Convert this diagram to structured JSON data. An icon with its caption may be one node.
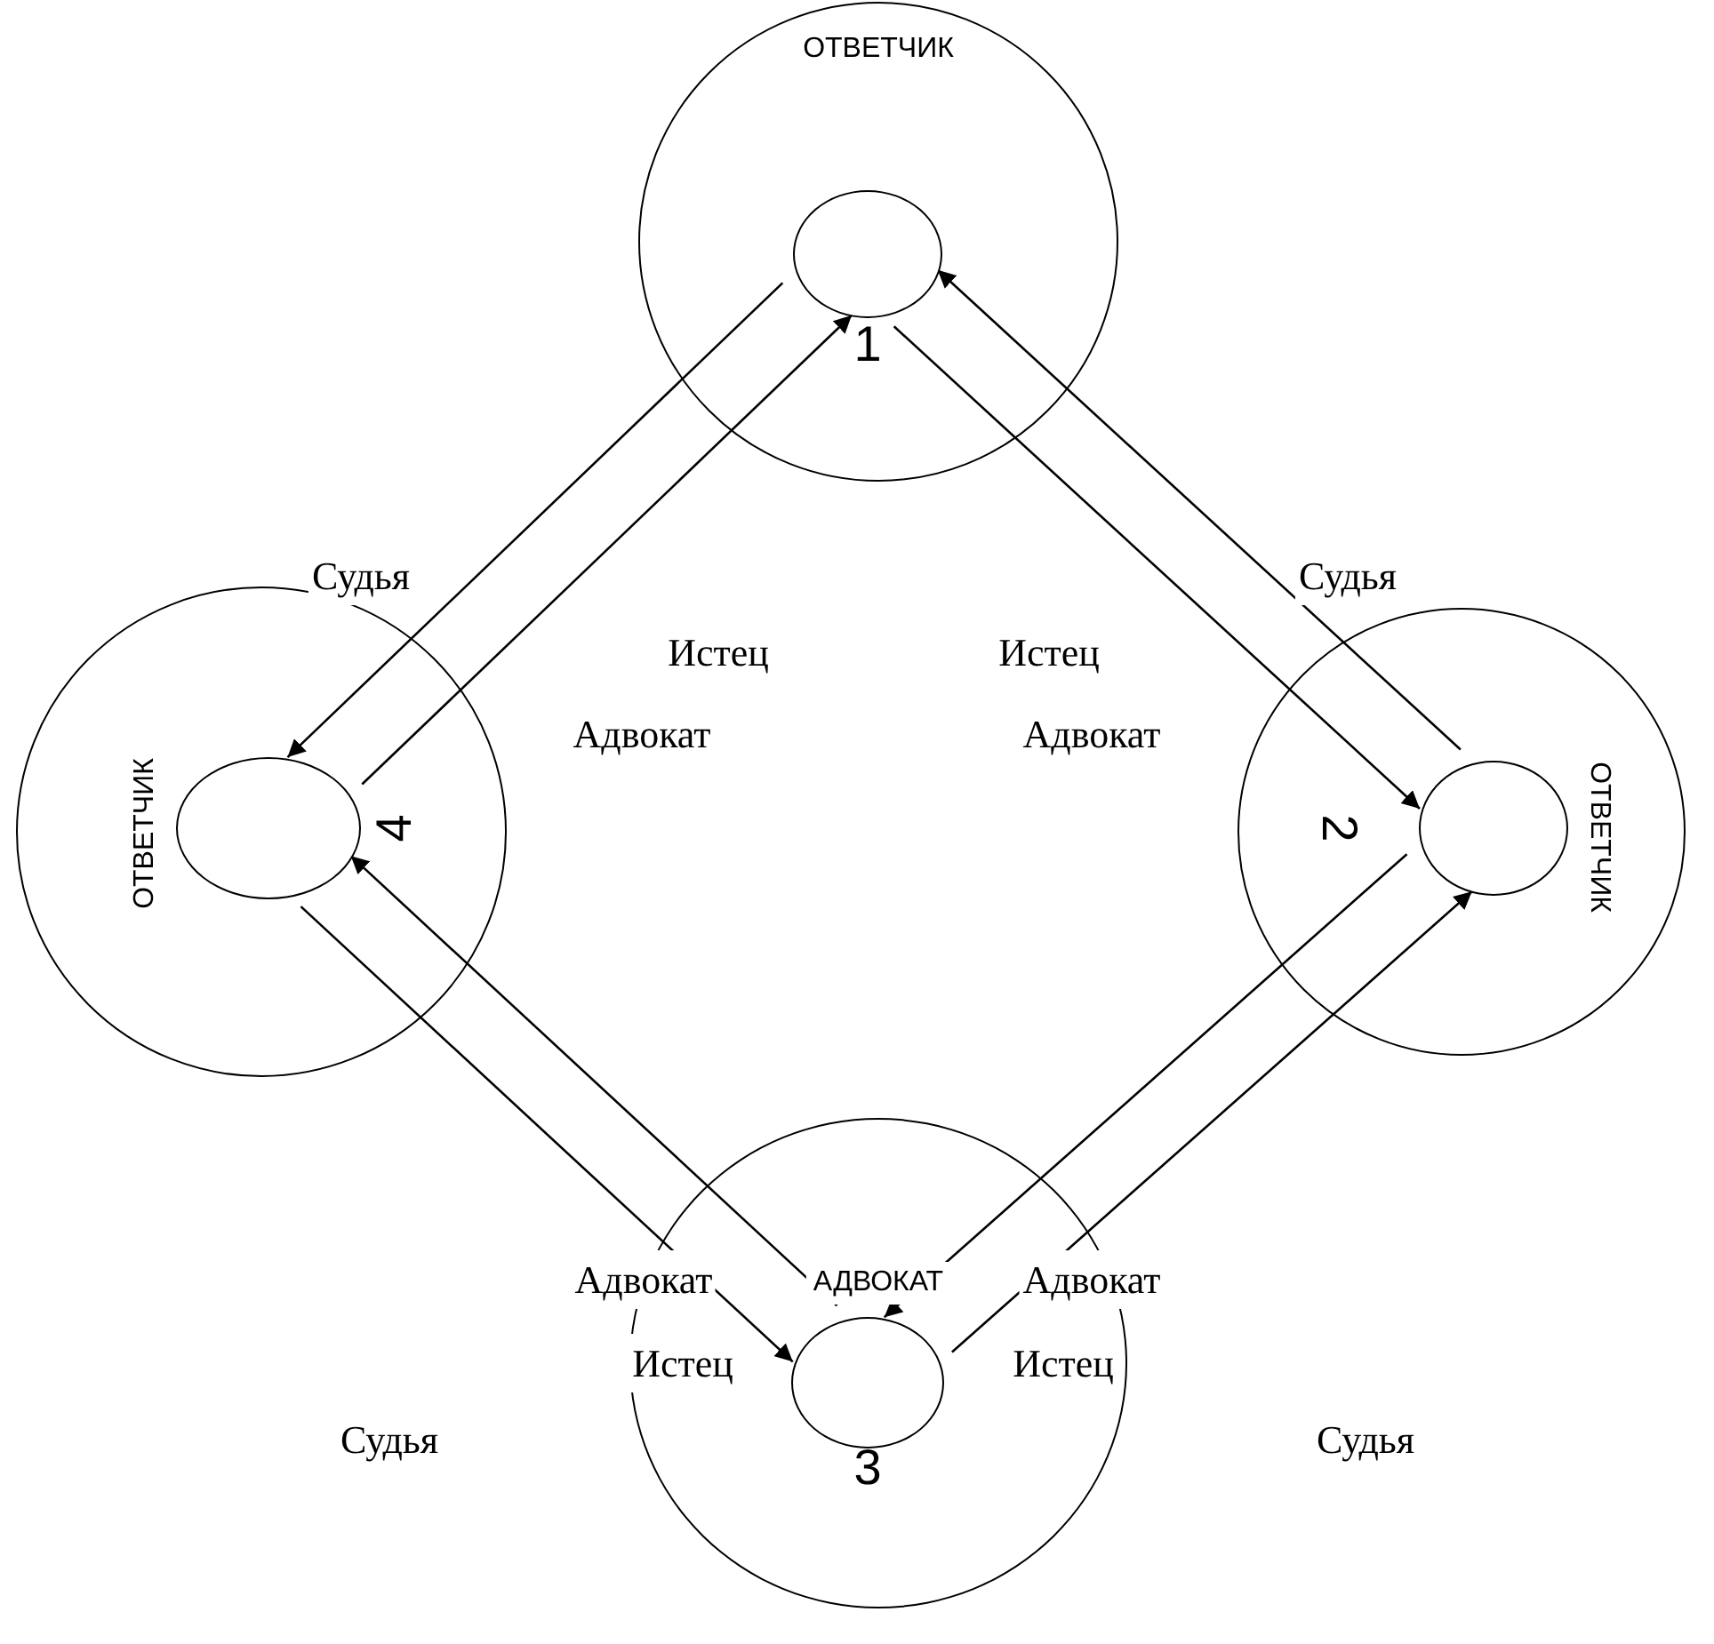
{
  "diagram": {
    "nodes": [
      {
        "text": [
          "ОТВЕТЧИК"
        ]
      },
      {
        "text": [],
        "shape": "circle",
        "in": 0,
        "beside": [
          "1"
        ]
      },
      {
        "text": [
          "ОТВЕТЧИК"
        ]
      },
      {
        "text": [],
        "shape": "circle",
        "in": 2,
        "beside": [
          "2"
        ]
      },
      {
        "text": [
          "АДВОКАТ"
        ]
      },
      {
        "text": [],
        "shape": "circle",
        "in": 4,
        "beside": [
          "3"
        ]
      },
      {
        "text": [
          "ОТВЕТЧИК"
        ]
      },
      {
        "text": [],
        "shape": "circle",
        "in": 6,
        "beside": [
          "4"
        ]
      }
    ],
    "edges": [
      {
        "from": 1,
        "to": 7,
        "arrow": "to"
      },
      {
        "from": 7,
        "to": 1,
        "arrow": "to"
      },
      {
        "from": 1,
        "to": 3,
        "arrow": "to"
      },
      {
        "from": 3,
        "to": 1,
        "arrow": "to"
      },
      {
        "from": 3,
        "to": 5,
        "arrow": "to"
      },
      {
        "from": 5,
        "to": 3,
        "arrow": "to"
      },
      {
        "from": 7,
        "to": 5,
        "arrow": "to"
      },
      {
        "from": 5,
        "to": 7,
        "arrow": "to"
      }
    ],
    "labels": [
      "Судья",
      "Судья",
      "Истец",
      "Истец",
      "Адвокат",
      "Адвокат",
      "Адвокат",
      "Адвокат",
      "Истец",
      "Истец",
      "Судья",
      "Судья"
    ]
  }
}
